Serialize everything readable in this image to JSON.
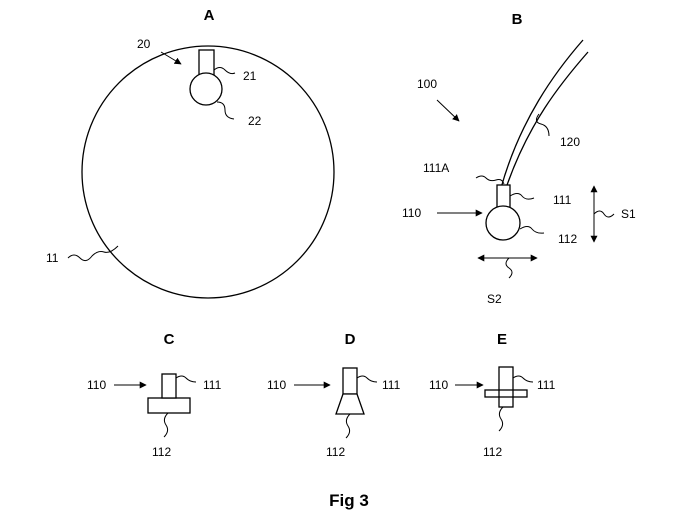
{
  "panels": {
    "a": "A",
    "b": "B",
    "c": "C",
    "d": "D",
    "e": "E"
  },
  "labels": {
    "a_20": "20",
    "a_21": "21",
    "a_22": "22",
    "a_11": "11",
    "b_100": "100",
    "b_120": "120",
    "b_111a": "111A",
    "b_111": "111",
    "b_110": "110",
    "b_112": "112",
    "b_s1": "S1",
    "b_s2": "S2",
    "c_110": "110",
    "c_111": "111",
    "c_112": "112",
    "d_110": "110",
    "d_111": "111",
    "d_112": "112",
    "e_110": "110",
    "e_111": "111",
    "e_112": "112"
  },
  "caption": "Fig 3",
  "colors": {
    "stroke": "#000000",
    "background": "#ffffff"
  }
}
